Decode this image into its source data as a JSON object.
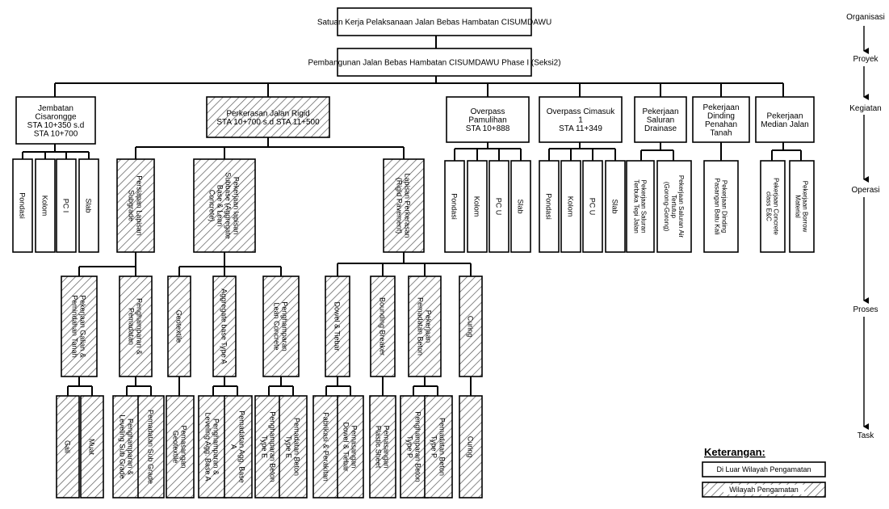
{
  "levels": [
    "Organisasi",
    "Proyek",
    "Kegiatan",
    "Operasi",
    "Proses",
    "Task"
  ],
  "root": "Satuan Kerja Pelaksanaan Jalan Bebas Hambatan CISUMDAWU",
  "project": "Pembangunan Jalan Bebas Hambatan CISUMDAWU Phase I (Seksi2)",
  "activities": {
    "a1": [
      "Jembatan",
      "Cisaronggе",
      "STA 10+350 s.d",
      "STA 10+700"
    ],
    "a2": [
      "Perkerasan Jalan Rigid",
      "STA 10+700 s.d STA 11+500"
    ],
    "a3": [
      "Overpass",
      "Pamulihan",
      "STA 10+888"
    ],
    "a4": [
      "Overpass Cimasuk",
      "1",
      "STA 11+349"
    ],
    "a5": [
      "Pekerjaan",
      "Saluran",
      "Drainase"
    ],
    "a6": [
      "Pekerjaan",
      "Dinding",
      "Penahan",
      "Tanah"
    ],
    "a7": [
      "Pekerjaan",
      "Median Jalan"
    ]
  },
  "operations": {
    "o1": "Pondasi",
    "o2": "Kolom",
    "o3": "PC I",
    "o4": "Slab",
    "o5": [
      "Persiapan Lapisan",
      "Subgrade"
    ],
    "o6": [
      "Pekerjaan lapisan",
      "Subbase (Aggregate",
      "Base & Lean",
      "Concrete)"
    ],
    "o7": [
      "Lapisan Perkerasan",
      "(Rigid Pavement)"
    ],
    "o8": "Pondasi",
    "o9": "Kolom",
    "o10": "PC U",
    "o11": "Slab",
    "o12": "Pondasi",
    "o13": "Kolom",
    "o14": "PC U",
    "o15": "Slab",
    "o16": [
      "Pekerjaan Saluran",
      "Terbuka Tepi Jalan"
    ],
    "o17": [
      "Pekerjaan Saluran Air",
      "Tertutup",
      "(Gorong-Gorong)"
    ],
    "o18": [
      "Pekerjaan Dinding",
      "Pasangan Batu Kali"
    ],
    "o19": [
      "Pekerjaan Concrete",
      "class E&C"
    ],
    "o20": [
      "Pekerjaan Borrow",
      "Material"
    ]
  },
  "processes": {
    "p1": [
      "Pekerjaan Galian &",
      "Pemindahan Tanah"
    ],
    "p2": [
      "Penghamparan &",
      "Pemadatan"
    ],
    "p3": "Geotextile",
    "p4": "Aggregate base Type A",
    "p5": [
      "Penghamparan",
      "Lean Concrete"
    ],
    "p6": "Dowel & Tiebar",
    "p7": "Bounding Breaker",
    "p8": [
      "Pekerjaan",
      "Pemadatan Beton"
    ],
    "p9": "Curing"
  },
  "tasks": {
    "t1": "Gali",
    "t2": "Muat",
    "t3": [
      "Penghamparan &",
      "Leveling Sub Grade"
    ],
    "t4": "Pemadatan Sub Grade",
    "t5": [
      "Pemasangan",
      "Geotextile"
    ],
    "t6": [
      "Penghamparan &",
      "Leveling Agg. Base A"
    ],
    "t7": [
      "Pemadatan Agg. Base",
      "A"
    ],
    "t8": [
      "Penghamparan Beton",
      "Type E"
    ],
    "t9": [
      "Pemadatan Beton",
      "Type E"
    ],
    "t10": "Fabrikasi & Perakitan",
    "t11": [
      "Pemasangan",
      "Dowel & Tiebar"
    ],
    "t12": [
      "Pemasangan",
      "Plastic Sheet"
    ],
    "t13": [
      "Penghamparan Beton",
      "Type P"
    ],
    "t14": [
      "Pemadatan Beton",
      "Type P"
    ],
    "t15": "Curing"
  },
  "legend": {
    "title": "Keterangan:",
    "outside": "Di Luar Wilayah Pengamatan",
    "inside": "Wilayah Pengamatan"
  }
}
